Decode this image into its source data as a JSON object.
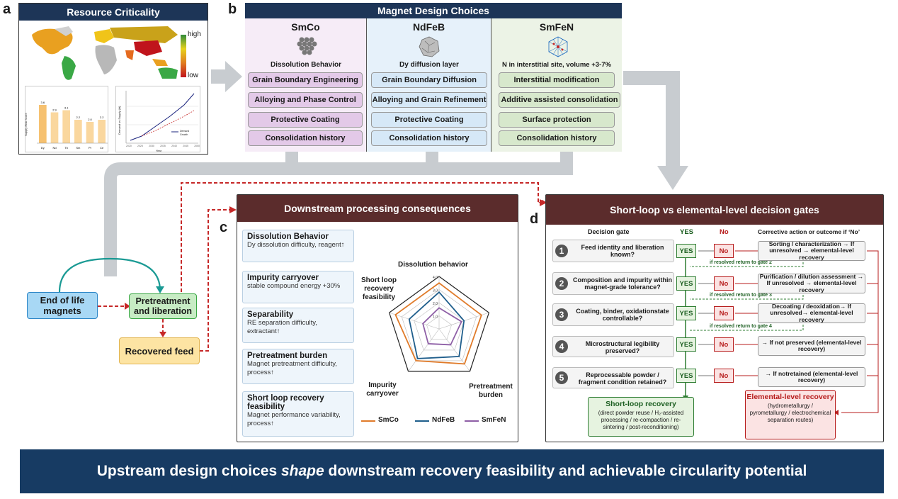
{
  "panels": {
    "a": "a",
    "b": "b",
    "c": "c",
    "d": "d"
  },
  "panel_a": {
    "title": "Resource Criticality",
    "legend_high": "high",
    "legend_low": "low",
    "bar_ylabel": "Supply Risk Score",
    "bar_categories": [
      "Dy",
      "Nd",
      "Tb",
      "Sm",
      "Pr",
      "Ce"
    ],
    "bar_values": [
      3.6,
      2.9,
      3.1,
      2.2,
      2.0,
      2.2
    ],
    "bar_labels": [
      "3.6",
      "2.9",
      "3.1",
      "2.2",
      "2.0",
      "2.2"
    ],
    "line_ylabel": "Demand vs Supply (kt)",
    "line_xlabel": "Year",
    "line_ticks": [
      "2020",
      "2025",
      "2030",
      "2035",
      "2040",
      "2045",
      "2050"
    ],
    "line_legend": [
      "Demand",
      "Growth"
    ]
  },
  "panel_b": {
    "title": "Magnet Design Choices",
    "columns": [
      {
        "name": "SmCo",
        "subtitle": "Dissolution Behavior",
        "items": [
          "Grain Boundary Engineering",
          "Alloying and Phase Control",
          "Protective Coating",
          "Consolidation history"
        ]
      },
      {
        "name": "NdFeB",
        "subtitle": "Dy diffusion layer",
        "items": [
          "Grain Boundary Diffusion",
          "Alloying and Grain Refinement",
          "Protective Coating",
          "Consolidation history"
        ]
      },
      {
        "name": "SmFeN",
        "subtitle": "N in interstitial site, volume +3-7%",
        "items": [
          "Interstitial modification",
          "Additive assisted consolidation",
          "Surface protection",
          "Consolidation history"
        ]
      }
    ]
  },
  "flow": {
    "eol": "End of life magnets",
    "pretreat": "Pretreatment and liberation",
    "recovered": "Recovered feed"
  },
  "panel_c": {
    "title": "Downstream processing consequences",
    "boxes": [
      {
        "title": "Dissolution Behavior",
        "desc": "Dy dissolution difficulty, reagent↑"
      },
      {
        "title": "Impurity carryover",
        "desc": "stable compound energy +30%"
      },
      {
        "title": "Separability",
        "desc": "RE separation difficulty, extractant↑"
      },
      {
        "title": "Pretreatment burden",
        "desc": "Magnet pretreatment difficulty, process↑"
      },
      {
        "title": "Short loop recovery feasibility",
        "desc": "Magnet performance variability, process↑"
      }
    ],
    "radar_axes": [
      "Dissolution behavior",
      "Pretreatment burden",
      "Impurity carryover",
      "Short loop recovery feasibility"
    ],
    "radar_ticks": [
      "4.0",
      "3.0",
      "2.0",
      "1.0"
    ]
  },
  "chart_data": {
    "type": "radar",
    "axes": [
      "Dissolution behavior",
      "Pretreatment burden",
      "Impurity carryover",
      "Short loop recovery feasibility",
      "(unlabeled)"
    ],
    "rmax": 4.0,
    "series": [
      {
        "name": "SmCo",
        "color": "#e07b2a",
        "values": [
          3.5,
          3.3,
          3.0,
          3.5,
          3.4
        ]
      },
      {
        "name": "NdFeB",
        "color": "#1f5e8c",
        "values": [
          2.8,
          2.6,
          2.8,
          2.4,
          2.0
        ]
      },
      {
        "name": "SmFeN",
        "color": "#8e5fa6",
        "values": [
          1.6,
          1.5,
          1.4,
          1.3,
          1.8
        ]
      }
    ]
  },
  "panel_d": {
    "title": "Short-loop vs elemental-level decision gates",
    "col_gate": "Decision gate",
    "col_yes": "YES",
    "col_no": "No",
    "col_corr": "Corrective action or outcome if ‘No’",
    "gates": [
      {
        "num": "1",
        "text": "Feed identity and liberation known?",
        "corr": "Sorting / characterization → If unresolved → elemental-level recovery"
      },
      {
        "num": "2",
        "text": "Composition and impurity within magnet-grade tolerance?",
        "corr": "Purification / dilution assessment → If unresolved → elemental-level recovery"
      },
      {
        "num": "3",
        "text": "Coating, binder, oxidationstate controllable?",
        "corr": "Decoating / deoxidation→ If unresolved→ elemental-level recovery"
      },
      {
        "num": "4",
        "text": "Microstructural legibility preserved?",
        "corr": "→ If not preserved (elemental-level recovery)"
      },
      {
        "num": "5",
        "text": "Reprocessable powder / fragment condition retained?",
        "corr": "→ If notretained (elemental-level recovery)"
      }
    ],
    "returns": [
      "if resolved return to gate 2",
      "if resolved return to gate 3",
      "if resolved return to gate 4"
    ],
    "yes_label": "YES",
    "no_label": "No",
    "short_title": "Short-loop recovery",
    "short_desc": "(direct powder reuse / H₂-assisted processing / re-compaction / re-sintering / post-reconditioning)",
    "elem_title": "Elemental-level recovery",
    "elem_desc": "(hydrometallurgy / pyrometallurgy / electrochemical separation routes)"
  },
  "banner": {
    "pre": "Upstream design choices ",
    "em": "shape",
    "post": " downstream recovery feasibility and achievable circularity potential"
  },
  "colors": {
    "navy": "#1d3557",
    "brown": "#5b2c2c",
    "gray_arrow": "#c8ccd0",
    "red_dash": "#c62828",
    "green": "#2e7d32"
  }
}
